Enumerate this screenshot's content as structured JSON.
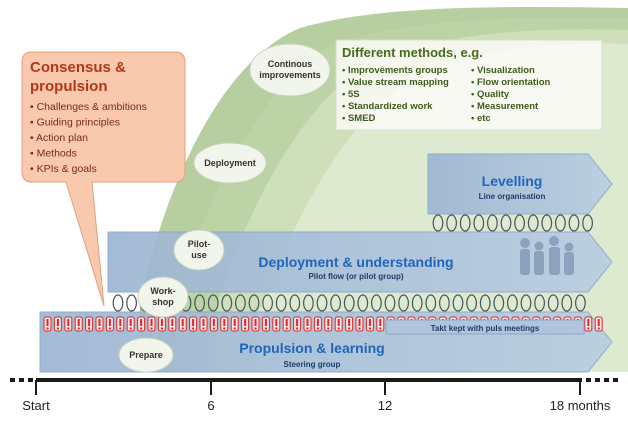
{
  "callout": {
    "title_line1": "Consensus &",
    "title_line2": "propulsion",
    "items": [
      "Challenges & ambitions",
      "Guiding principles",
      "Action plan",
      "Methods",
      "KPIs & goals"
    ]
  },
  "methods": {
    "title": "Different methods, e.g.",
    "left": [
      "Improvements groups",
      "Value stream mapping",
      "5S",
      "Standardized work",
      "SMED"
    ],
    "right": [
      "Visualization",
      "Flow orientation",
      "Quality",
      "Measurement",
      "etc"
    ]
  },
  "phases": {
    "continuous_line1": "Continous",
    "continuous_line2": "improvements",
    "deployment": "Deployment",
    "pilot_line1": "Pilot-",
    "pilot_line2": "use",
    "workshop_line1": "Work-",
    "workshop_line2": "shop",
    "prepare": "Prepare"
  },
  "arrows": {
    "levelling_title": "Levelling",
    "levelling_sub": "Line organisation",
    "deploy_title": "Deployment & understanding",
    "deploy_sub": "Pilot flow (or pilot group)",
    "propulsion_title": "Propulsion & learning",
    "propulsion_sub": "Steering group",
    "takt_text": "Takt kept with puls meetings"
  },
  "timeline": {
    "labels": [
      "Start",
      "6",
      "12",
      "18 months"
    ]
  },
  "colors": {
    "callout_fill": "#f8c9ac",
    "callout_title": "#b2361a",
    "callout_text": "#7a2a14",
    "methods_title": "#476c1d",
    "methods_text": "#3d5c1a",
    "arrow_title": "#1f66b8",
    "marker_red": "#d9282a"
  }
}
